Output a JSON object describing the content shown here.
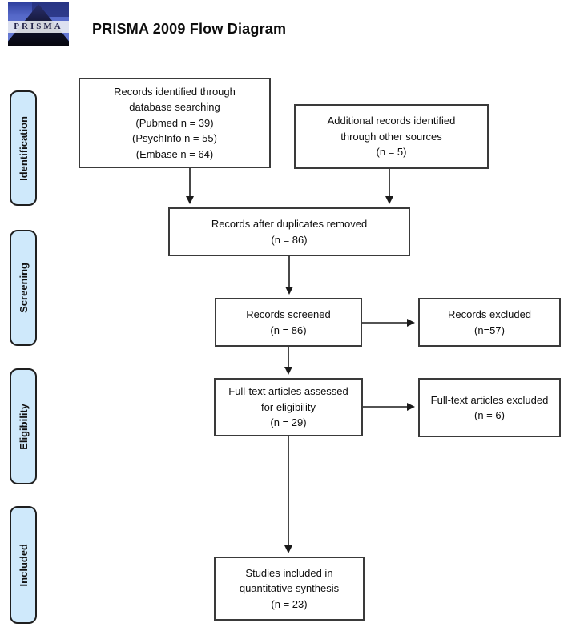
{
  "header": {
    "logo_text": "PRISMA",
    "title": "PRISMA 2009 Flow Diagram"
  },
  "sidebar": {
    "stages": [
      {
        "label": "Identification"
      },
      {
        "label": "Screening"
      },
      {
        "label": "Eligibility"
      },
      {
        "label": "Included"
      }
    ]
  },
  "diagram": {
    "boxes": {
      "database_records": "Records identified through\ndatabase searching\n(Pubmed n = 39)\n(PsychInfo n = 55)\n(Embase n = 64)",
      "other_sources": "Additional records identified\nthrough other sources\n(n = 5)",
      "after_duplicates": "Records after duplicates removed\n(n = 86)",
      "records_screened": "Records screened\n(n = 86)",
      "records_excluded": "Records excluded\n(n=57)",
      "fulltext_assessed": "Full-text articles assessed\nfor eligibility\n(n = 29)",
      "fulltext_excluded": "Full-text articles excluded\n(n = 6)",
      "included_synthesis": "Studies included in\nquantitative synthesis\n(n = 23)"
    },
    "colors": {
      "stage_fill": "#cfe9fb",
      "box_border": "#3a3a3a",
      "arrow": "#1a1a1a",
      "logo_blue": "#5568c8"
    }
  }
}
